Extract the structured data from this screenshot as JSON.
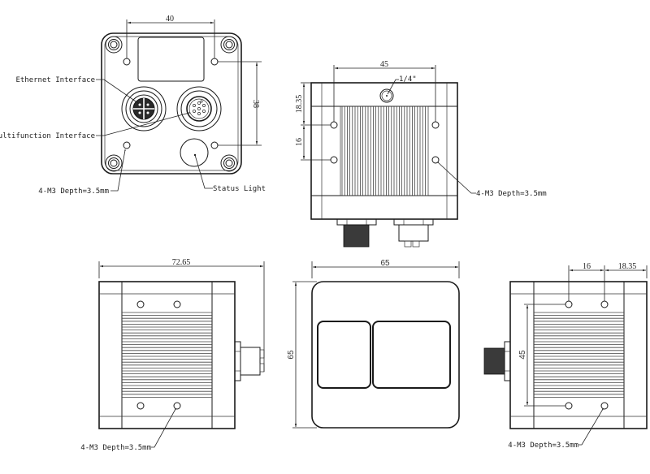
{
  "drawing": {
    "front_view": {
      "dim_hole_spacing_horizontal": "40",
      "dim_hole_spacing_vertical": "38",
      "label_ethernet": "Ethernet Interface",
      "label_multifunction": "Multifunction Interface",
      "label_mount_holes": "4-M3 Depth=3.5mm",
      "label_status_light": "Status Light"
    },
    "top_view": {
      "dim_hole_spacing_horizontal": "45",
      "dim_tripod": "1/4\"",
      "dim_offset_top": "18.35",
      "dim_hole_spacing_vertical": "16",
      "label_mount_holes": "4-M3 Depth=3.5mm"
    },
    "left_side_view": {
      "dim_length": "72.65",
      "label_mount_holes": "4-M3 Depth=3.5mm"
    },
    "back_view": {
      "dim_width": "65",
      "dim_height": "65"
    },
    "right_side_view": {
      "dim_hole_spacing_horizontal": "16",
      "dim_offset_right": "18.35",
      "dim_hole_spacing_vertical": "45",
      "label_mount_holes": "4-M3 Depth=3.5mm"
    }
  }
}
